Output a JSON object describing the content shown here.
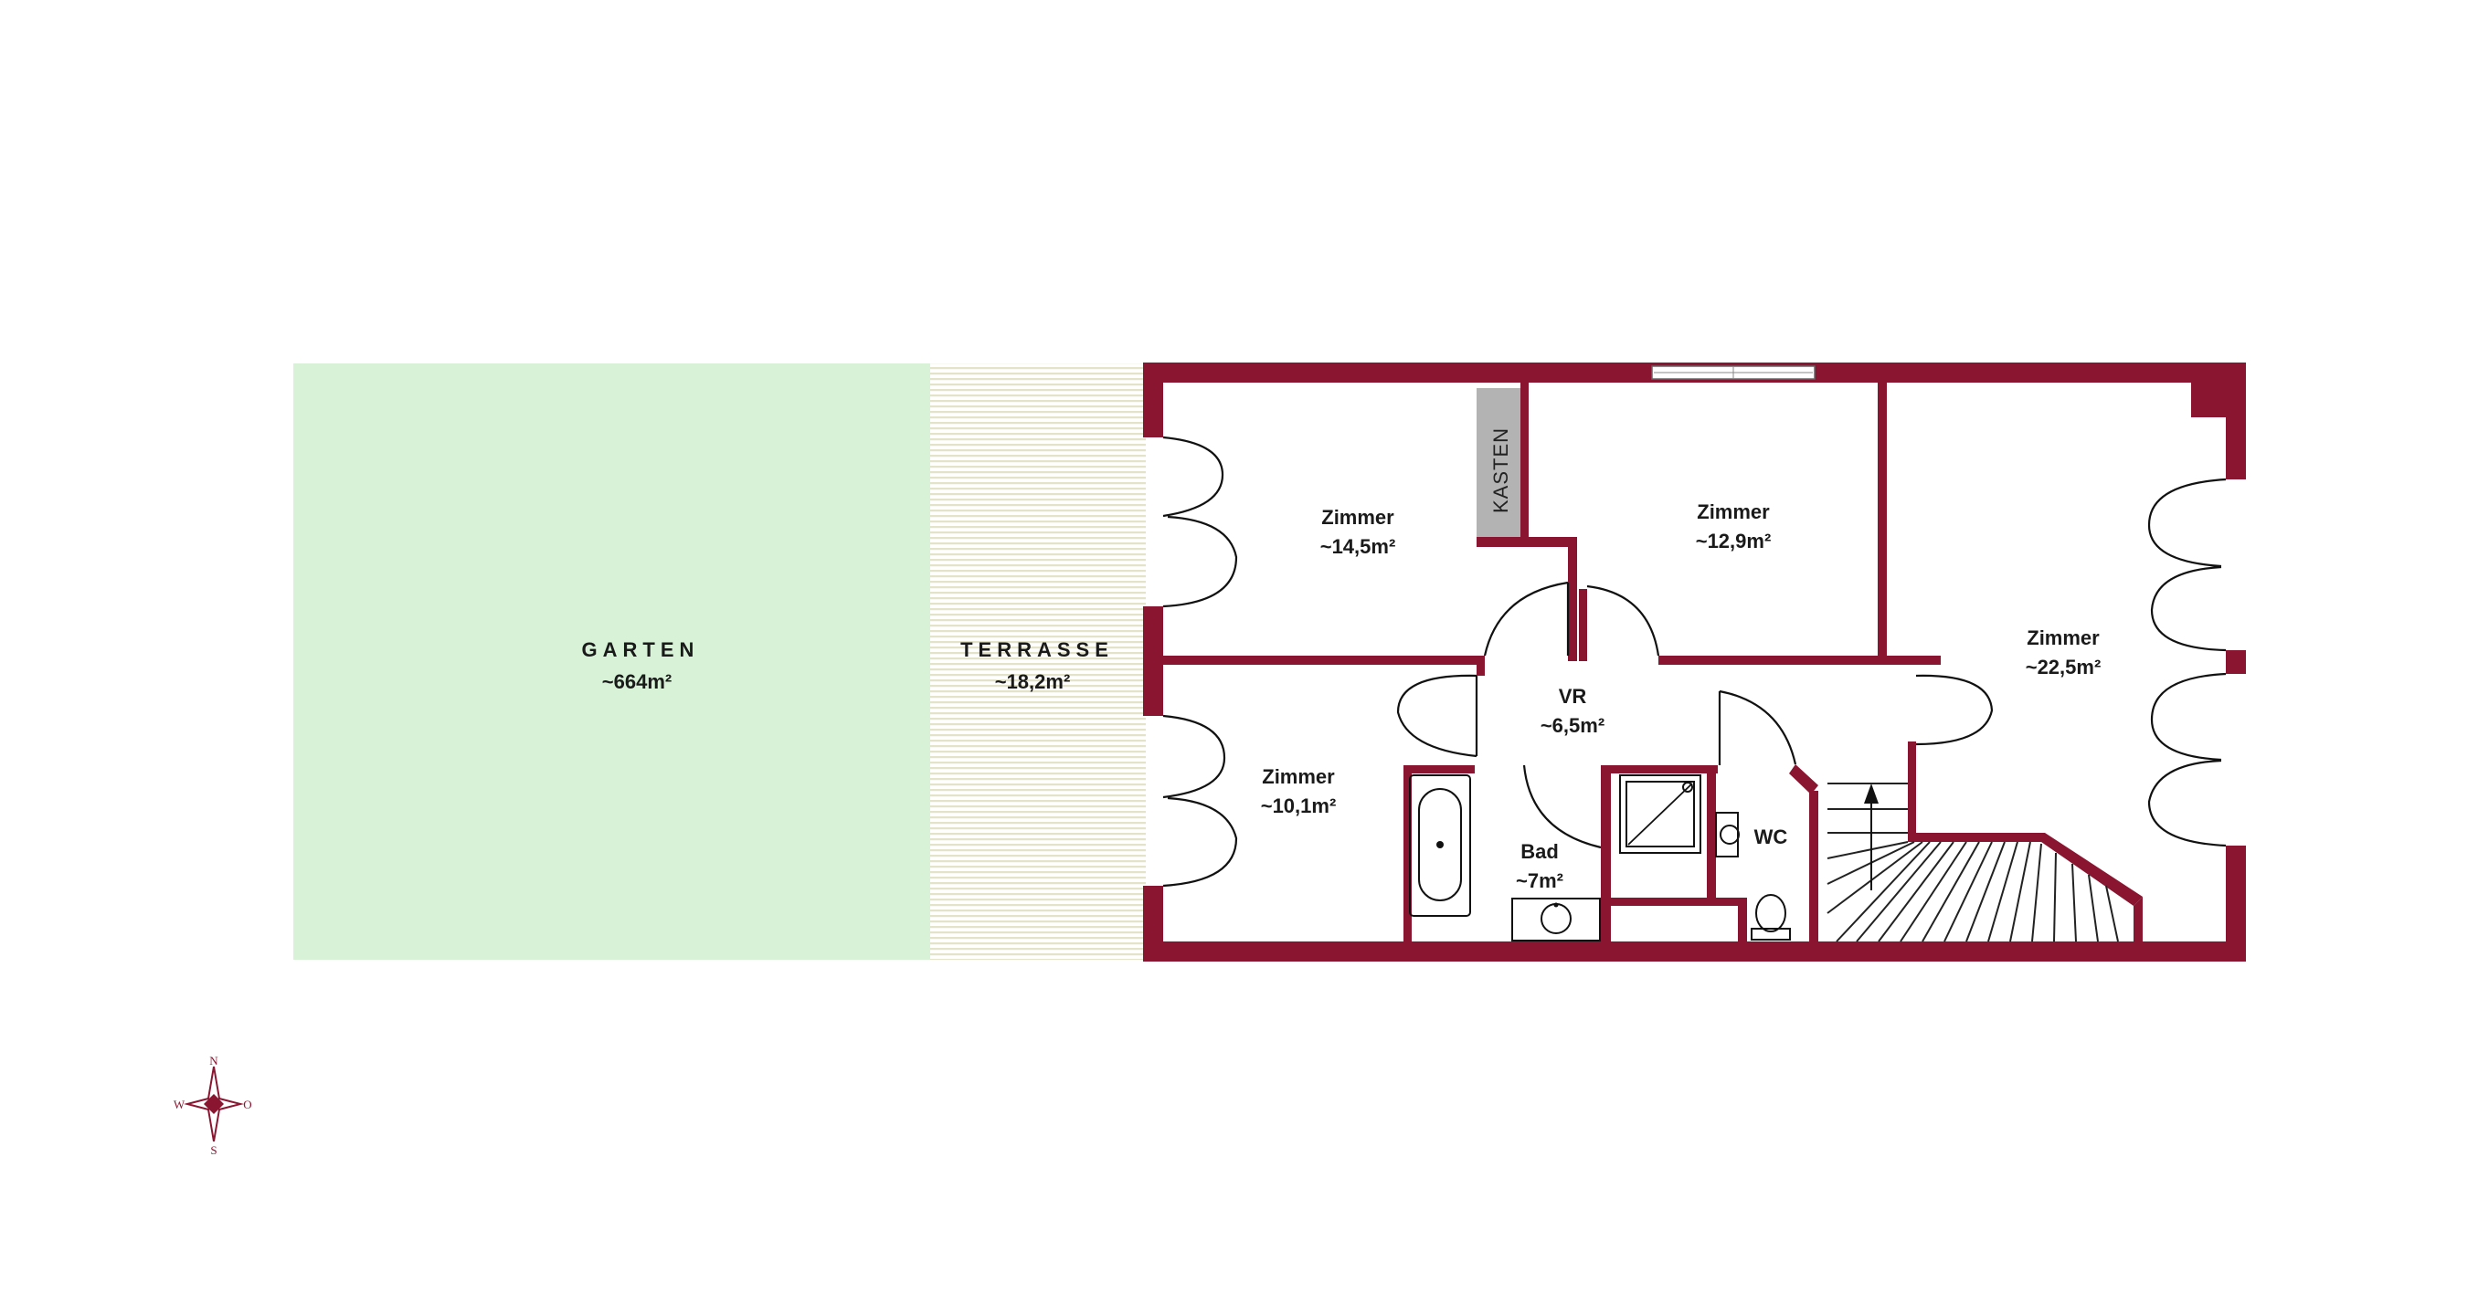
{
  "colors": {
    "wall": "#8a1530",
    "garden": "#d7f2d7",
    "terrace_stripes": "#e3e3c9",
    "closet": "#b3b3b3"
  },
  "outdoor": {
    "garden": {
      "name": "GARTEN",
      "area": "~664m²"
    },
    "terrace": {
      "name": "TERRASSE",
      "area": "~18,2m²"
    }
  },
  "rooms": {
    "zimmer_1": {
      "name": "Zimmer",
      "area": "~14,5m²"
    },
    "zimmer_2": {
      "name": "Zimmer",
      "area": "~12,9m²"
    },
    "zimmer_3": {
      "name": "Zimmer",
      "area": "~22,5m²"
    },
    "zimmer_4": {
      "name": "Zimmer",
      "area": "~10,1m²"
    },
    "vr": {
      "name": "VR",
      "area": "~6,5m²"
    },
    "bad": {
      "name": "Bad",
      "area": "~7m²"
    },
    "wc": {
      "name": "WC"
    }
  },
  "closet": {
    "name": "KASTEN"
  },
  "compass": {
    "n": "N",
    "s": "S",
    "w": "W",
    "o": "O"
  },
  "icons": [
    "compass-rose-icon",
    "bathtub-icon",
    "shower-icon",
    "washbasin-icon",
    "toilet-icon",
    "stair-arrow-icon"
  ]
}
